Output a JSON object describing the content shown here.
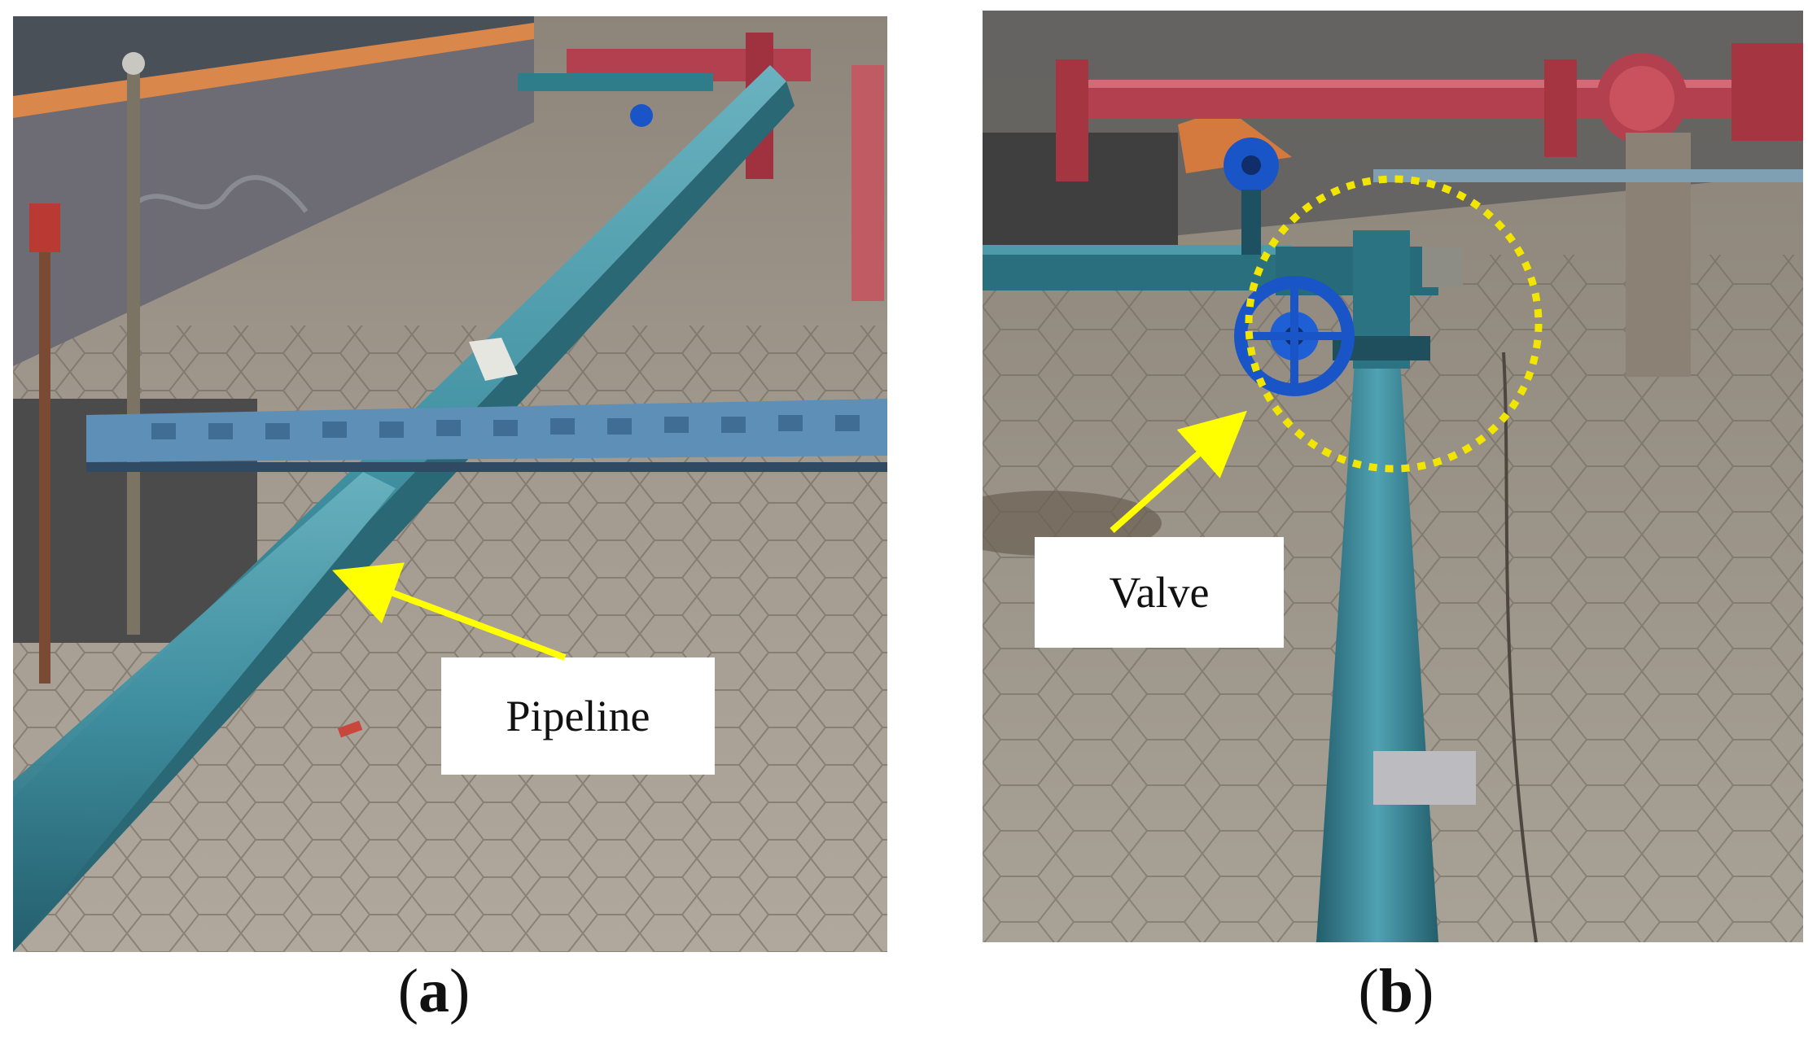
{
  "panels": [
    {
      "id": "a",
      "callout": "Pipeline",
      "caption_open": "(",
      "caption_letter": "a",
      "caption_close": ")"
    },
    {
      "id": "b",
      "callout": "Valve",
      "caption_open": "(",
      "caption_letter": "b",
      "caption_close": ")"
    }
  ],
  "colors": {
    "annotation_arrow": "#ffff00",
    "highlight_circle": "#f2e600",
    "pipe": "#3f8fa0",
    "valve_wheel": "#1a55c8",
    "red_pipe": "#b3404e",
    "paving": "#9a9186"
  }
}
